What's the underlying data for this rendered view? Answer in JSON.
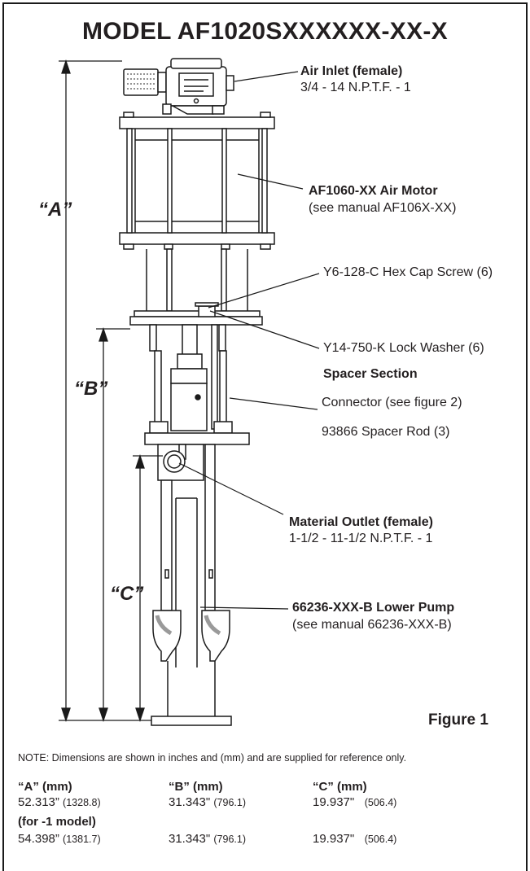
{
  "title": "MODEL AF1020SXXXXXX-XX-X",
  "callouts": {
    "air_inlet": {
      "name": "Air Inlet (female)",
      "detail": "3/4 - 14 N.P.T.F. - 1"
    },
    "air_motor": {
      "name": "AF1060-XX Air Motor",
      "detail": "(see manual AF106X-XX)"
    },
    "hex_cap_screw": {
      "name": "Y6-128-C Hex Cap Screw (6)"
    },
    "lock_washer": {
      "name": "Y14-750-K Lock Washer (6)"
    },
    "spacer_section": {
      "name": "Spacer Section"
    },
    "connector": {
      "name": "Connector (see figure 2)"
    },
    "spacer_rod": {
      "name": "93866 Spacer Rod (3)"
    },
    "material_outlet": {
      "name": "Material Outlet (female)",
      "detail": "1-1/2 - 11-1/2 N.P.T.F. - 1"
    },
    "lower_pump": {
      "name": "66236-XXX-B Lower Pump",
      "detail": "(see manual 66236-XXX-B)"
    }
  },
  "dimension_labels": {
    "a": "“A”",
    "b": "“B”",
    "c": "“C”"
  },
  "figure_label": "Figure 1",
  "note": "NOTE: Dimensions are shown in inches and (mm) and are supplied for reference only.",
  "table": {
    "headers": [
      "“A” (mm)",
      "“B” (mm)",
      "“C” (mm)"
    ],
    "rows": [
      {
        "label": "",
        "cells": [
          {
            "in": "52.313”",
            "mm": "(1328.8)"
          },
          {
            "in": "31.343\"",
            "mm": "(796.1)"
          },
          {
            "in": "19.937\"",
            "mm": "(506.4)"
          }
        ]
      },
      {
        "label": "(for -1 model)",
        "cells": [
          {
            "in": "54.398”",
            "mm": "(1381.7)"
          },
          {
            "in": "31.343\"",
            "mm": "(796.1)"
          },
          {
            "in": "19.937\"",
            "mm": "(506.4)"
          }
        ]
      }
    ]
  },
  "colors": {
    "ink": "#231f20",
    "stroke": "#1a1a1a",
    "metal_fill": "#ffffff",
    "shade": "#9a9a9a"
  }
}
